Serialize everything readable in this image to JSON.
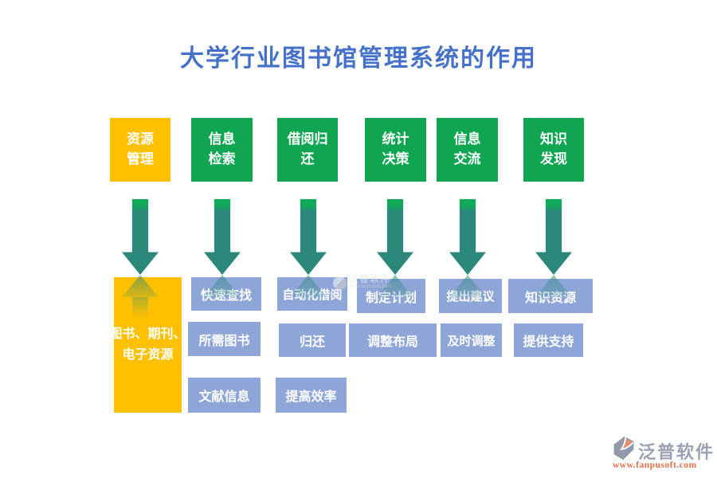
{
  "title": "大学行业图书馆管理系统的作用",
  "palette": {
    "title_blue": "#4671C8",
    "step_orange": "#FFC000",
    "step_green": "#0FA551",
    "arrow_teal": "#2B887B",
    "arrow_cap_green": "#12A85C",
    "detail_blue": "#8EA5D8",
    "brand_gray": "#9AA2B2",
    "brand_orange": "#E0714C"
  },
  "columns": [
    {
      "header": "资源\n管理",
      "items": [
        "图书、期刊、\n电子资源"
      ]
    },
    {
      "header": "信息\n检索",
      "items": [
        "快速查找",
        "所需图书",
        "文献信息"
      ]
    },
    {
      "header": "借阅归\n还",
      "items": [
        "自动化借阅",
        "归还",
        "提高效率"
      ]
    },
    {
      "header": "统计\n决策",
      "items": [
        "制定计划",
        "调整布局"
      ]
    },
    {
      "header": "信息\n交流",
      "items": [
        "提出建议",
        "及时调整"
      ]
    },
    {
      "header": "知识\n发现",
      "items": [
        "知识资源",
        "提供支持"
      ]
    }
  ],
  "watermark": {
    "name": "泛普软件",
    "url": "www.fanpusoft.com"
  },
  "brand": {
    "name": "泛普软件",
    "url": "www.fanpusoft.com"
  }
}
